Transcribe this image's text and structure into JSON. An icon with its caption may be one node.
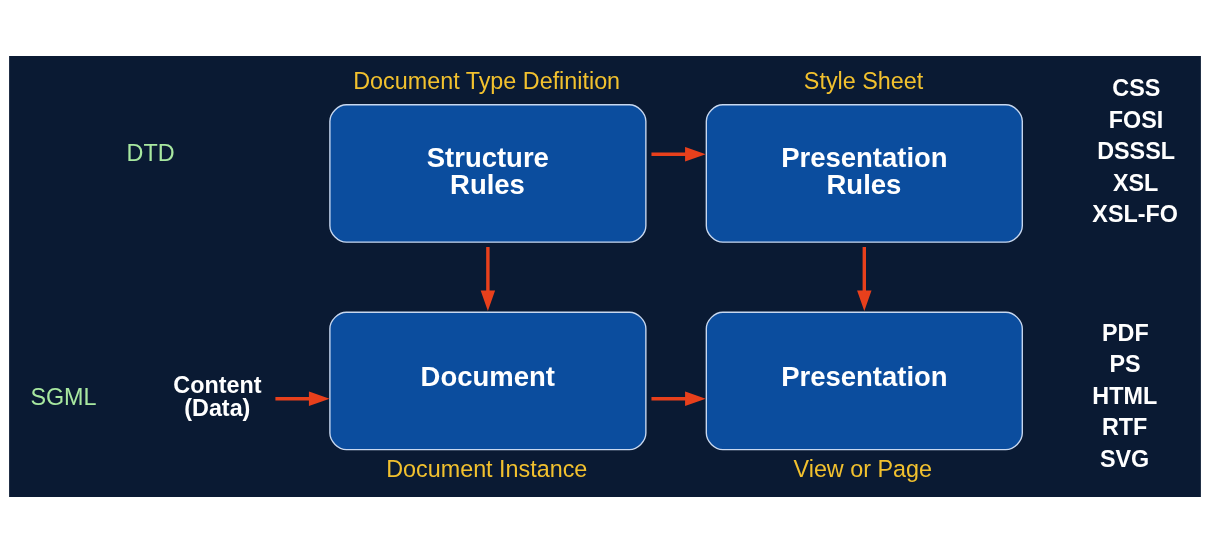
{
  "diagram": {
    "nodes": [
      {
        "text": [
          "Document Type Definition",
          "Structure Rules"
        ]
      },
      {
        "text": [
          "Style Sheet",
          "Presentation Rules"
        ]
      },
      {
        "text": [
          "Content",
          "(Data)"
        ]
      },
      {
        "text": [
          "Document",
          "Document Instance"
        ]
      },
      {
        "text": [
          "Presentation",
          "View or Page"
        ]
      }
    ],
    "edges": [
      {
        "from": 0,
        "to": 1,
        "arrow": "to"
      },
      {
        "from": 0,
        "to": 3,
        "arrow": "to"
      },
      {
        "from": 1,
        "to": 4,
        "arrow": "to"
      },
      {
        "from": 2,
        "to": 3,
        "arrow": "to"
      },
      {
        "from": 3,
        "to": 4,
        "arrow": "to"
      }
    ],
    "labels": [
      "DTD",
      "CSS",
      "FOSI",
      "DSSSL",
      "XSL",
      "XSL-FO",
      "SGML",
      "PDF",
      "PS",
      "HTML",
      "RTF",
      "SVG"
    ]
  }
}
